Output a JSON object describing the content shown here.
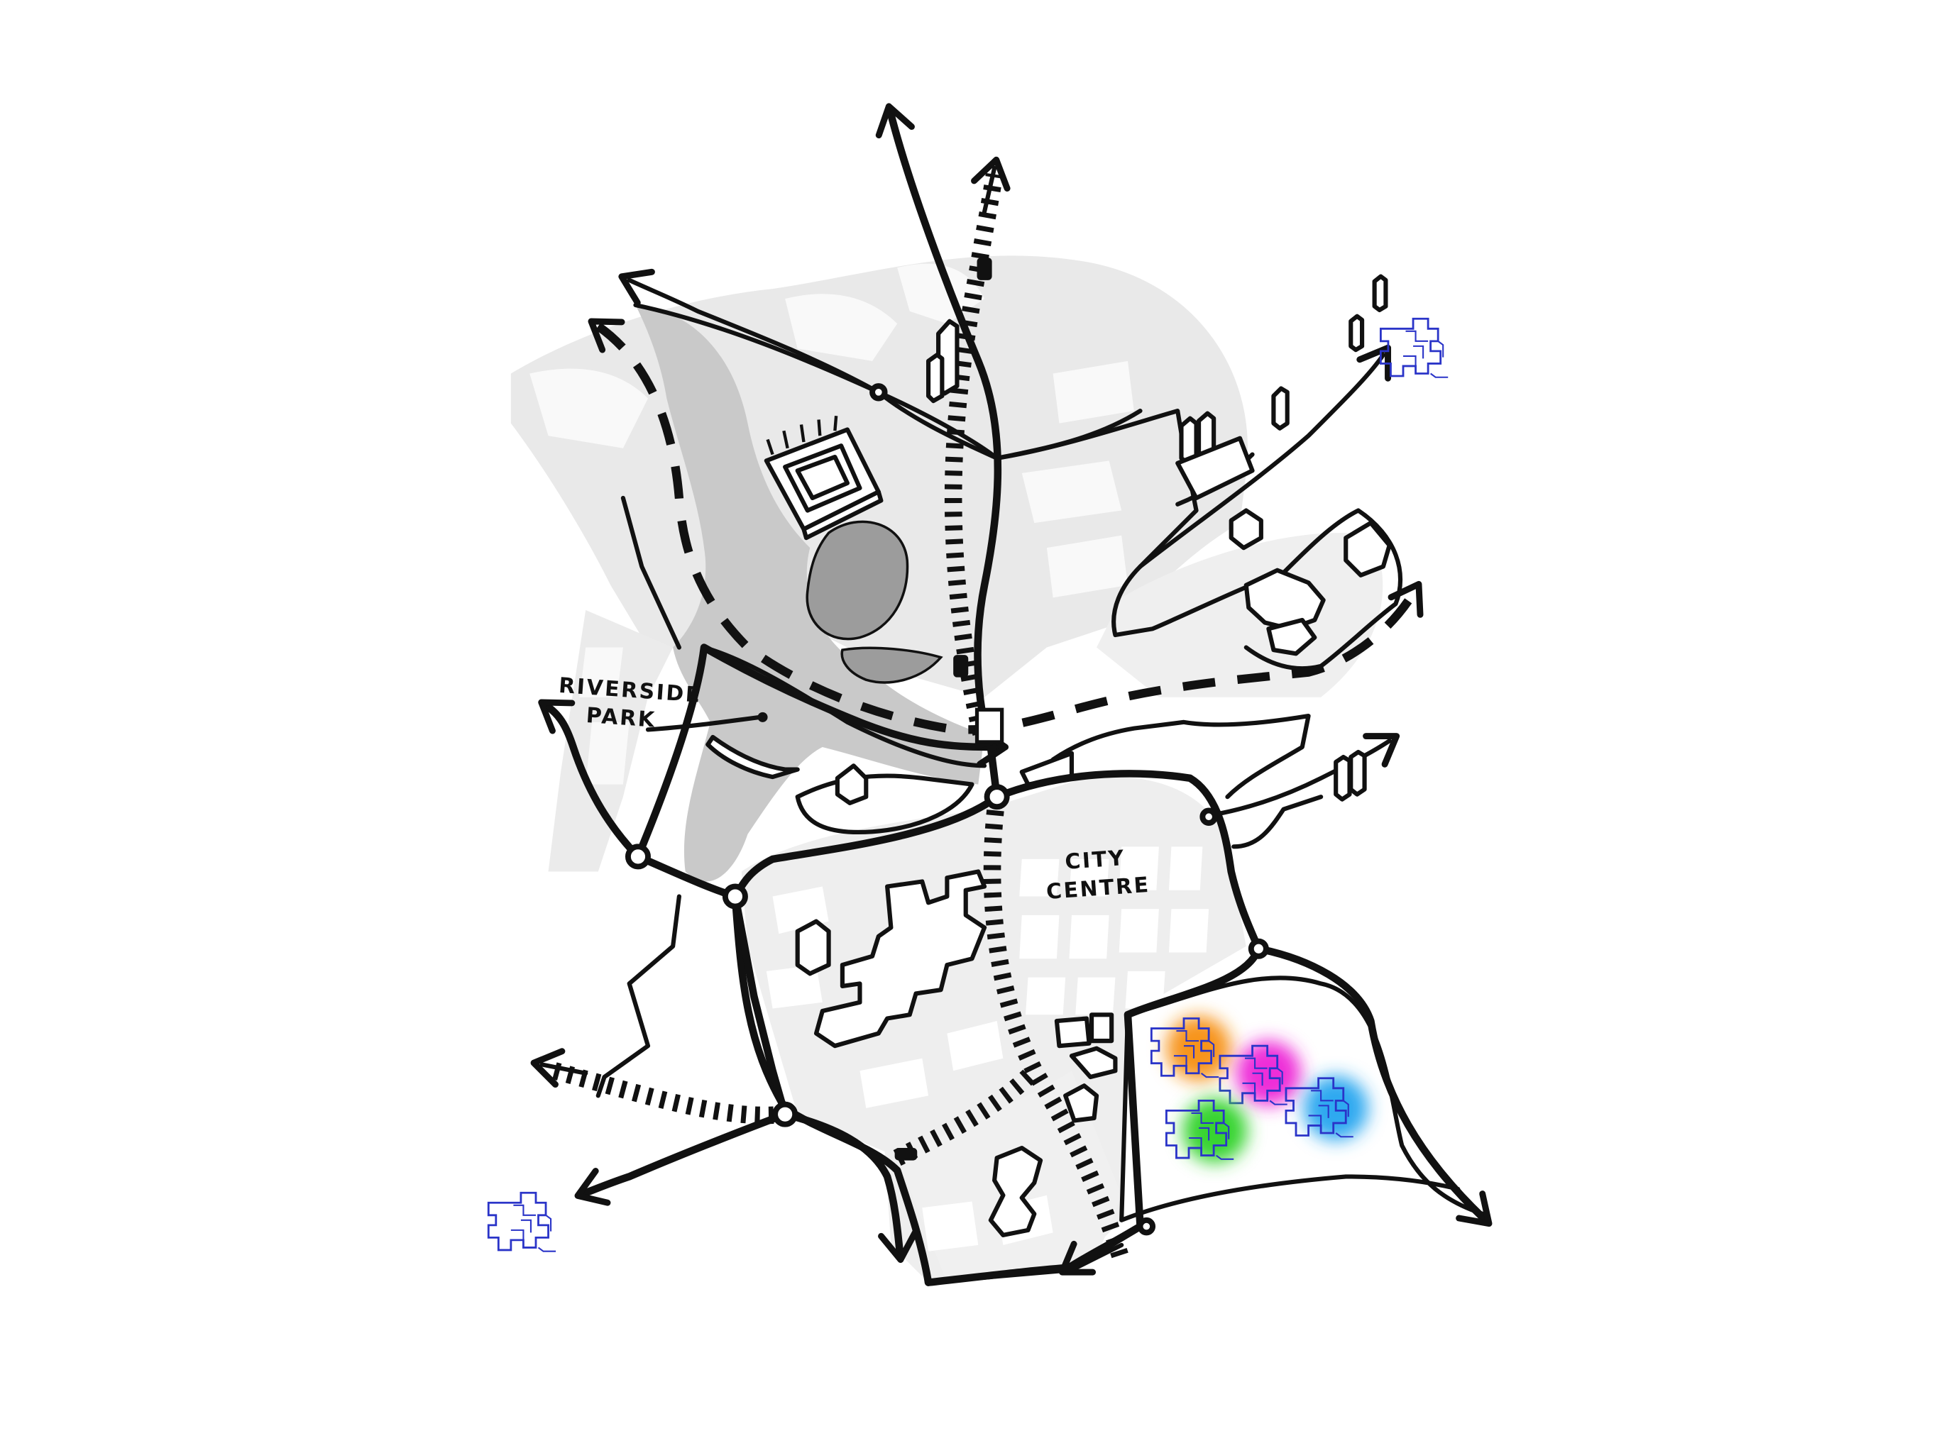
{
  "map": {
    "labels": {
      "riverside_park": [
        "RIVERSIDE",
        "PARK"
      ],
      "city_centre": [
        "CITY",
        "CENTRE"
      ]
    },
    "colors": {
      "background": "#ffffff",
      "urban_fabric": "#e9e9e9",
      "urban_blocks": "#f6f6f6",
      "river_park": "#c9c9c9",
      "lake": "#9c9c9c",
      "ink": "#111111",
      "cluster_orange": "#f7941d",
      "cluster_magenta": "#ee2fd8",
      "cluster_green": "#39d430",
      "cluster_blue": "#2ea9f0",
      "satellite_outline": "#2a34c8"
    },
    "icons": [
      "stadium-icon",
      "tower-icon",
      "building-icon",
      "arrow-icon",
      "modular-cluster-icon"
    ]
  }
}
